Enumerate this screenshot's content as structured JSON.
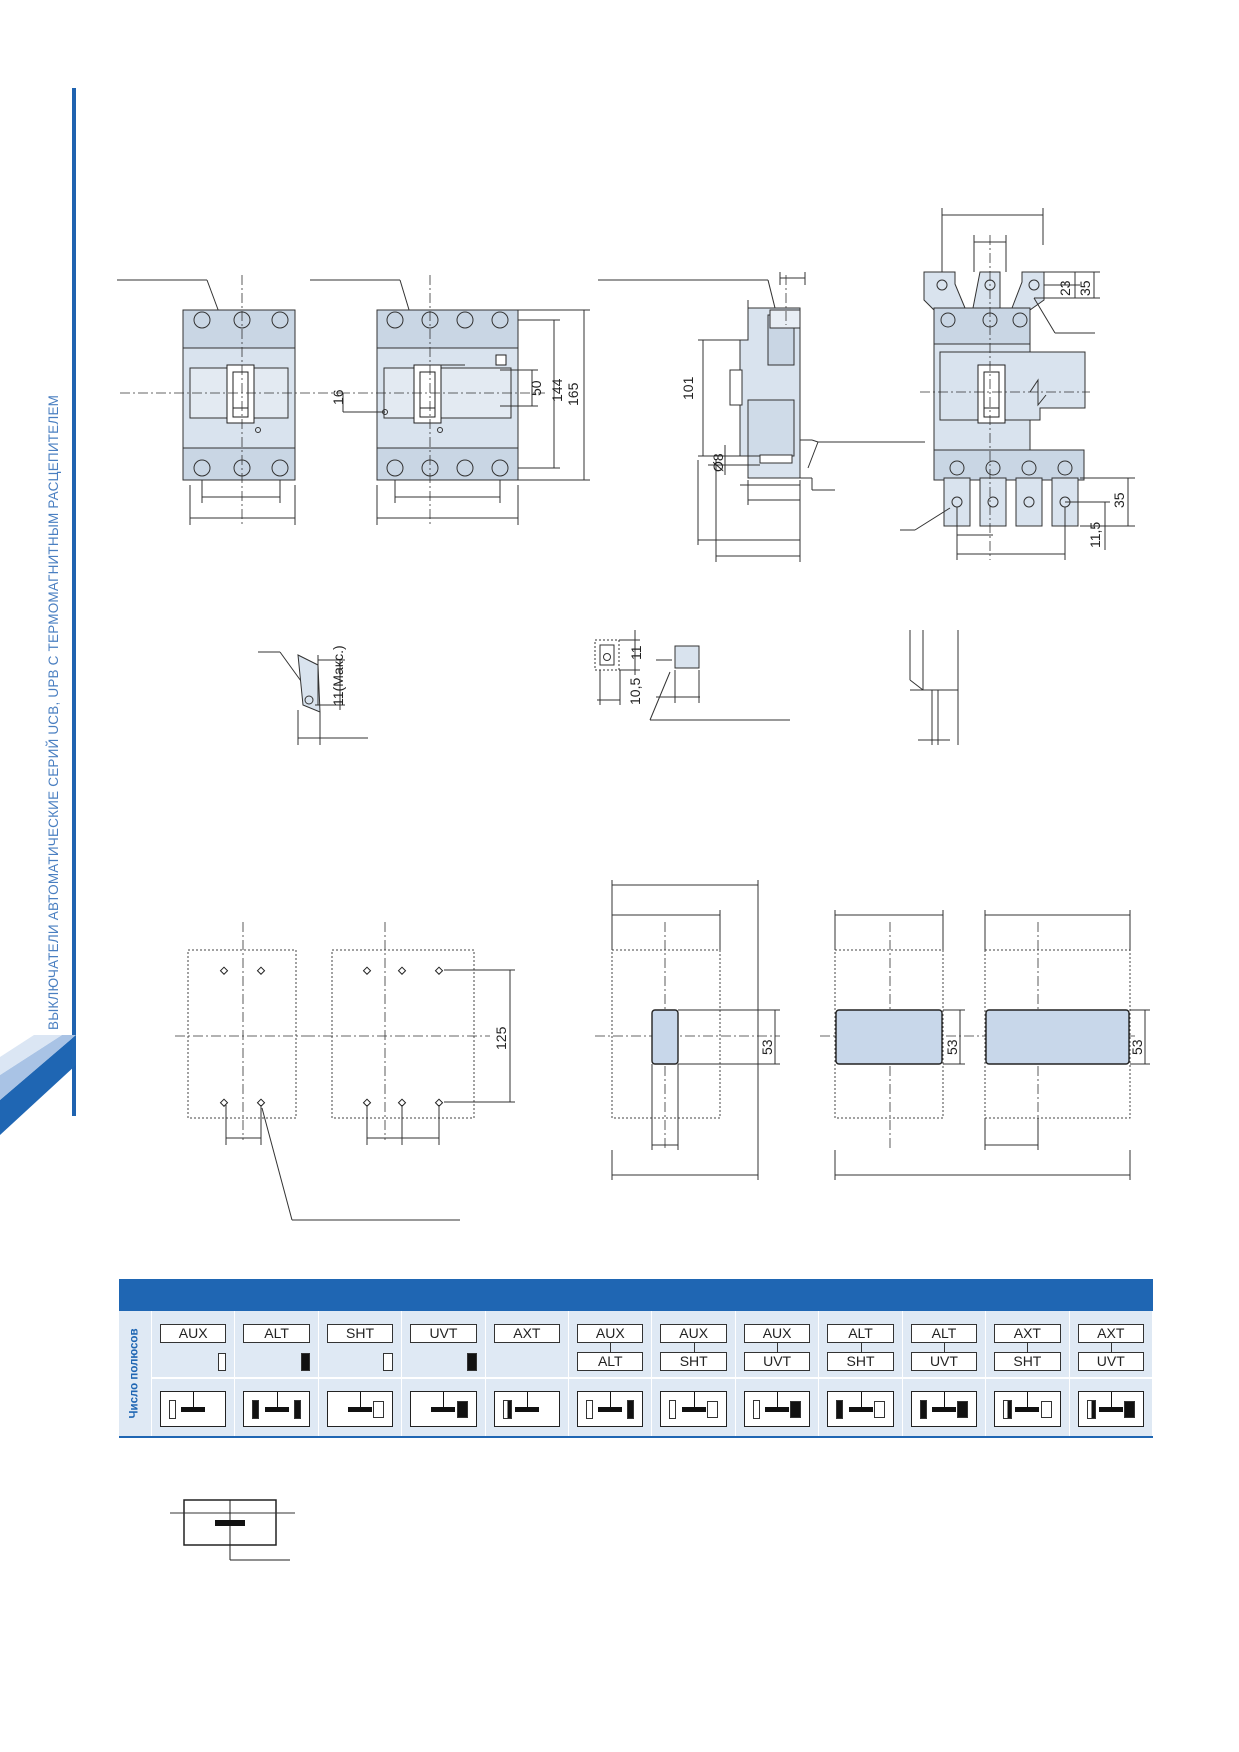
{
  "sidebar": {
    "title": "ВЫКЛЮЧАТЕЛИ АВТОМАТИЧЕСКИЕ СЕРИЙ UCB, UPB С ТЕРМОМАГНИТНЫМ РАСЦЕПИТЕЛЕМ"
  },
  "dimensions": {
    "d16": "16",
    "d50": "50",
    "d144": "144",
    "d165": "165",
    "d101": "101",
    "d8": "Ø8",
    "d23": "23",
    "d35a": "35",
    "d35b": "35",
    "d11_5": "11,5",
    "d11max": "11(Макс.)",
    "d11": "11",
    "d10_5": "10,5",
    "d125": "125",
    "d53a": "53",
    "d53b": "53",
    "d53c": "53"
  },
  "table": {
    "row_label": "Число полюсов",
    "columns": [
      {
        "top": "AUX",
        "bottom": "",
        "indicator": "open",
        "symbol": {
          "left": "open",
          "right": "none"
        }
      },
      {
        "top": "ALT",
        "bottom": "",
        "indicator": "solid",
        "symbol": {
          "left": "solid",
          "right": "solid"
        }
      },
      {
        "top": "SHT",
        "bottom": "",
        "indicator": "open-sq",
        "symbol": {
          "left": "none",
          "right": "open-sq"
        }
      },
      {
        "top": "UVT",
        "bottom": "",
        "indicator": "solid-sq",
        "symbol": {
          "left": "none",
          "right": "solid-sq"
        }
      },
      {
        "top": "AXT",
        "bottom": "",
        "indicator": "none",
        "symbol": {
          "left": "dbl",
          "right": "none"
        }
      },
      {
        "top": "AUX",
        "bottom": "ALT",
        "indicator": "none",
        "symbol": {
          "left": "open",
          "right": "solid"
        }
      },
      {
        "top": "AUX",
        "bottom": "SHT",
        "indicator": "none",
        "symbol": {
          "left": "open",
          "right": "open-sq"
        }
      },
      {
        "top": "AUX",
        "bottom": "UVT",
        "indicator": "none",
        "symbol": {
          "left": "open",
          "right": "solid-sq"
        }
      },
      {
        "top": "ALT",
        "bottom": "SHT",
        "indicator": "none",
        "symbol": {
          "left": "solid",
          "right": "open-sq"
        }
      },
      {
        "top": "ALT",
        "bottom": "UVT",
        "indicator": "none",
        "symbol": {
          "left": "solid",
          "right": "solid-sq"
        }
      },
      {
        "top": "AXT",
        "bottom": "SHT",
        "indicator": "none",
        "symbol": {
          "left": "dbl",
          "right": "open-sq"
        }
      },
      {
        "top": "AXT",
        "bottom": "UVT",
        "indicator": "none",
        "symbol": {
          "left": "dbl",
          "right": "solid-sq"
        }
      }
    ]
  },
  "colors": {
    "accent": "#1f66b3",
    "table_bg": "#dfe9f4",
    "part_fill": "#d9e3ee"
  }
}
